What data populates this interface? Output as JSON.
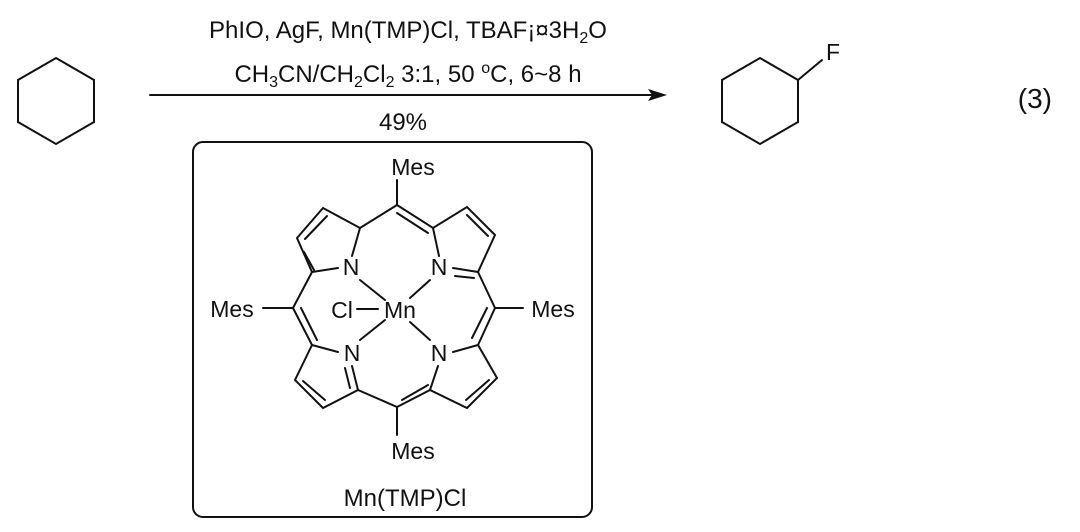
{
  "reaction": {
    "reagents_line": "PhIO, AgF, Mn(TMP)Cl, TBAF¡¤3H",
    "reagents_sub": "2",
    "reagents_tail": "O",
    "conditions": {
      "p1": "CH",
      "s1": "3",
      "p2": "CN/CH",
      "s2": "2",
      "p3": "Cl",
      "s3": "2",
      "p4": " 3:1, 50 ",
      "sup": "o",
      "p5": "C, 6~8 h"
    },
    "yield": "49%",
    "equation_number": "(3)",
    "product_substituent": "F"
  },
  "catalyst": {
    "name": "Mn(TMP)Cl",
    "metal": "Mn",
    "axial_ligand": "Cl",
    "nitrogen": "N",
    "meso_substituent": "Mes"
  }
}
